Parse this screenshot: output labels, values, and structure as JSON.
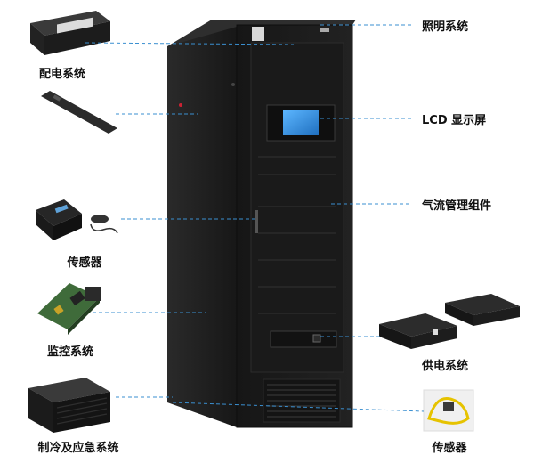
{
  "labels": {
    "lighting": "照明系统",
    "power_distribution": "配电系统",
    "lcd_display": "LCD 显示屏",
    "airflow": "气流管理组件",
    "sensor_left": "传感器",
    "monitoring": "监控系统",
    "power_supply": "供电系统",
    "cooling": "制冷及应急系统",
    "sensor_right": "传感器"
  },
  "colors": {
    "cabinet": "#1c1c1c",
    "leader_line": "#3a8fd0",
    "screen": "#2a8fe0"
  }
}
